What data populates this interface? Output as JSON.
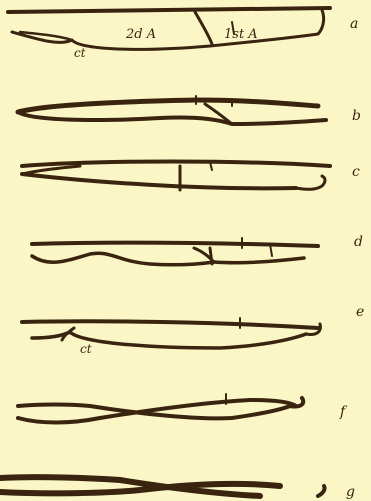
{
  "figure": {
    "background": "#fbf6c6",
    "ink": "#3a2410",
    "row_labels": [
      "a",
      "b",
      "c",
      "d",
      "e",
      "f",
      "g"
    ],
    "vein_labels": {
      "first_anal": "1st A",
      "second_anal": "2d A",
      "cross_vein_a": "ct",
      "cross_vein_e": "ct"
    }
  }
}
